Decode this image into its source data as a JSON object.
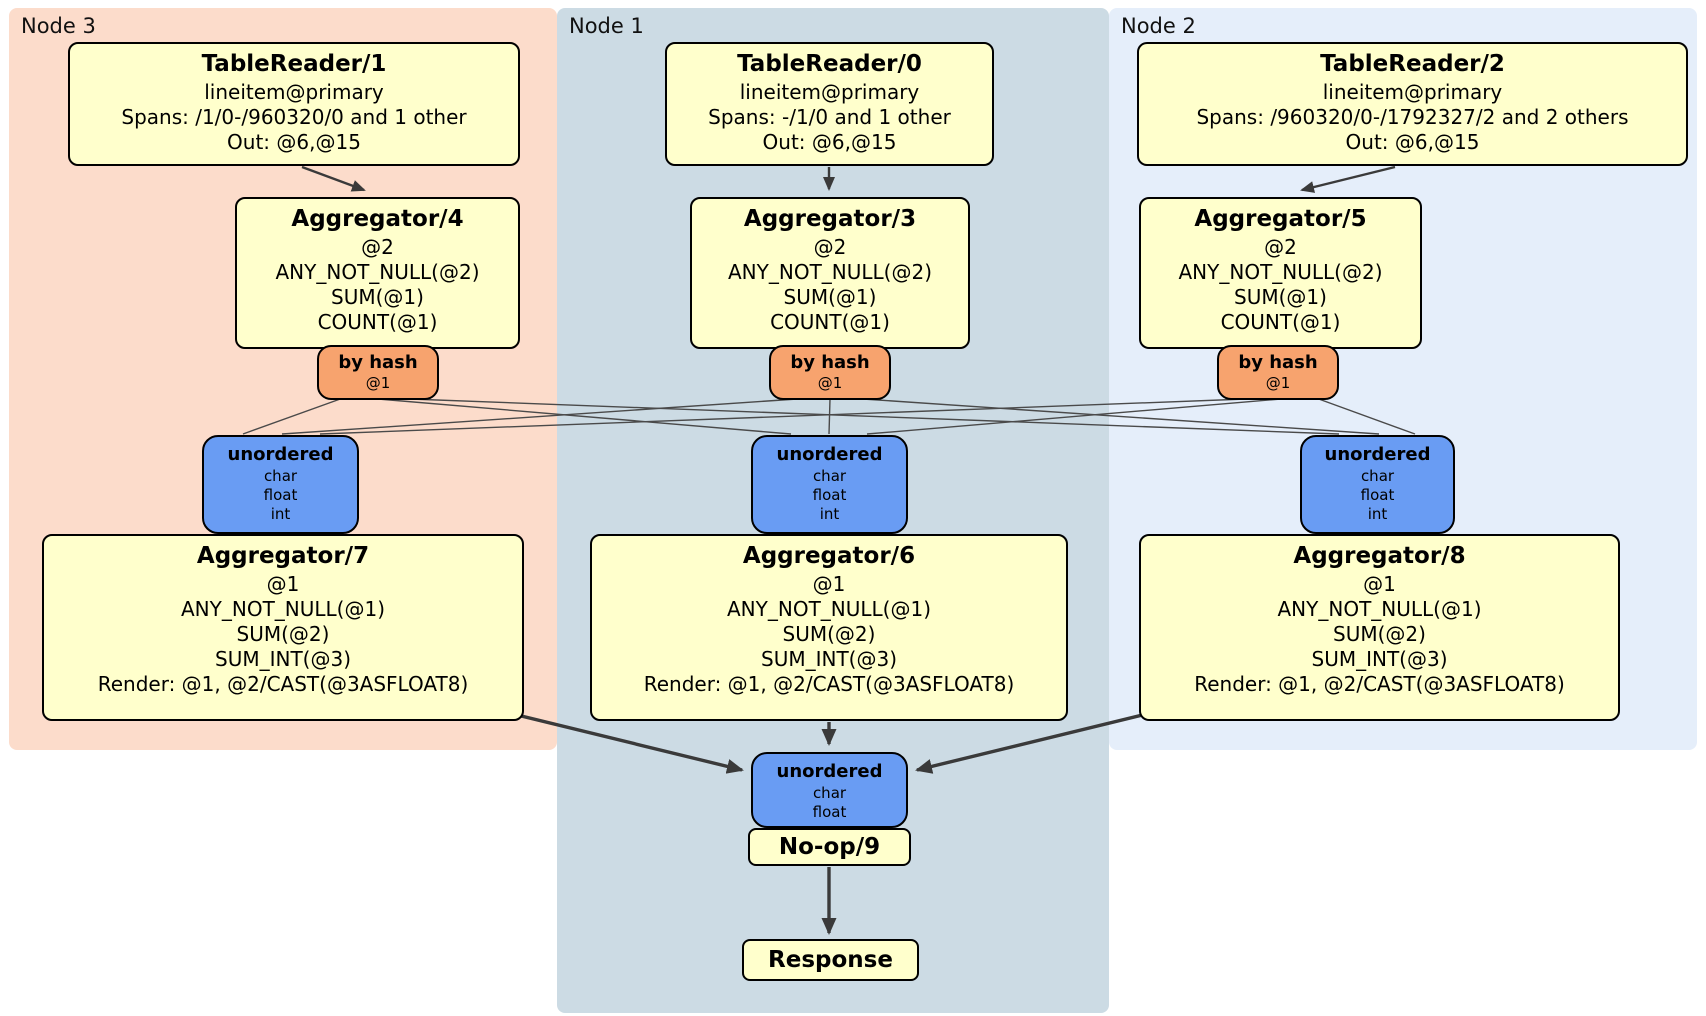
{
  "panels": [
    {
      "label": "Node 3"
    },
    {
      "label": "Node 1"
    },
    {
      "label": "Node 2"
    }
  ],
  "table_readers": [
    {
      "title": "TableReader/1",
      "lines": [
        "lineitem@primary",
        "Spans: /1/0-/960320/0 and 1 other",
        "Out: @6,@15"
      ]
    },
    {
      "title": "TableReader/0",
      "lines": [
        "lineitem@primary",
        "Spans: -/1/0 and 1 other",
        "Out: @6,@15"
      ]
    },
    {
      "title": "TableReader/2",
      "lines": [
        "lineitem@primary",
        "Spans: /960320/0-/1792327/2 and 2 others",
        "Out: @6,@15"
      ]
    }
  ],
  "stage1_aggregators": [
    {
      "title": "Aggregator/4",
      "lines": [
        "@2",
        "ANY_NOT_NULL(@2)",
        "SUM(@1)",
        "COUNT(@1)"
      ]
    },
    {
      "title": "Aggregator/3",
      "lines": [
        "@2",
        "ANY_NOT_NULL(@2)",
        "SUM(@1)",
        "COUNT(@1)"
      ]
    },
    {
      "title": "Aggregator/5",
      "lines": [
        "@2",
        "ANY_NOT_NULL(@2)",
        "SUM(@1)",
        "COUNT(@1)"
      ]
    }
  ],
  "routers": [
    {
      "label": "by hash",
      "key": "@1"
    },
    {
      "label": "by hash",
      "key": "@1"
    },
    {
      "label": "by hash",
      "key": "@1"
    }
  ],
  "sync_mid": [
    {
      "label": "unordered",
      "columns": [
        "char",
        "float",
        "int"
      ]
    },
    {
      "label": "unordered",
      "columns": [
        "char",
        "float",
        "int"
      ]
    },
    {
      "label": "unordered",
      "columns": [
        "char",
        "float",
        "int"
      ]
    }
  ],
  "stage2_aggregators": [
    {
      "title": "Aggregator/7",
      "lines": [
        "@1",
        "ANY_NOT_NULL(@1)",
        "SUM(@2)",
        "SUM_INT(@3)",
        "Render: @1, @2/CAST(@3ASFLOAT8)"
      ]
    },
    {
      "title": "Aggregator/6",
      "lines": [
        "@1",
        "ANY_NOT_NULL(@1)",
        "SUM(@2)",
        "SUM_INT(@3)",
        "Render: @1, @2/CAST(@3ASFLOAT8)"
      ]
    },
    {
      "title": "Aggregator/8",
      "lines": [
        "@1",
        "ANY_NOT_NULL(@1)",
        "SUM(@2)",
        "SUM_INT(@3)",
        "Render: @1, @2/CAST(@3ASFLOAT8)"
      ]
    }
  ],
  "sync_final": {
    "label": "unordered",
    "columns": [
      "char",
      "float"
    ]
  },
  "noop": {
    "label": "No-op/9"
  },
  "response": {
    "label": "Response"
  },
  "colors": {
    "operator_box": "#ffffcc",
    "router_box": "#f7a36e",
    "sync_box": "#699cf3",
    "node3_bg": "#fcdccb",
    "node1_bg": "#ccdbe4",
    "node2_bg": "#e5eefa",
    "edge": "#3a3a3a"
  }
}
